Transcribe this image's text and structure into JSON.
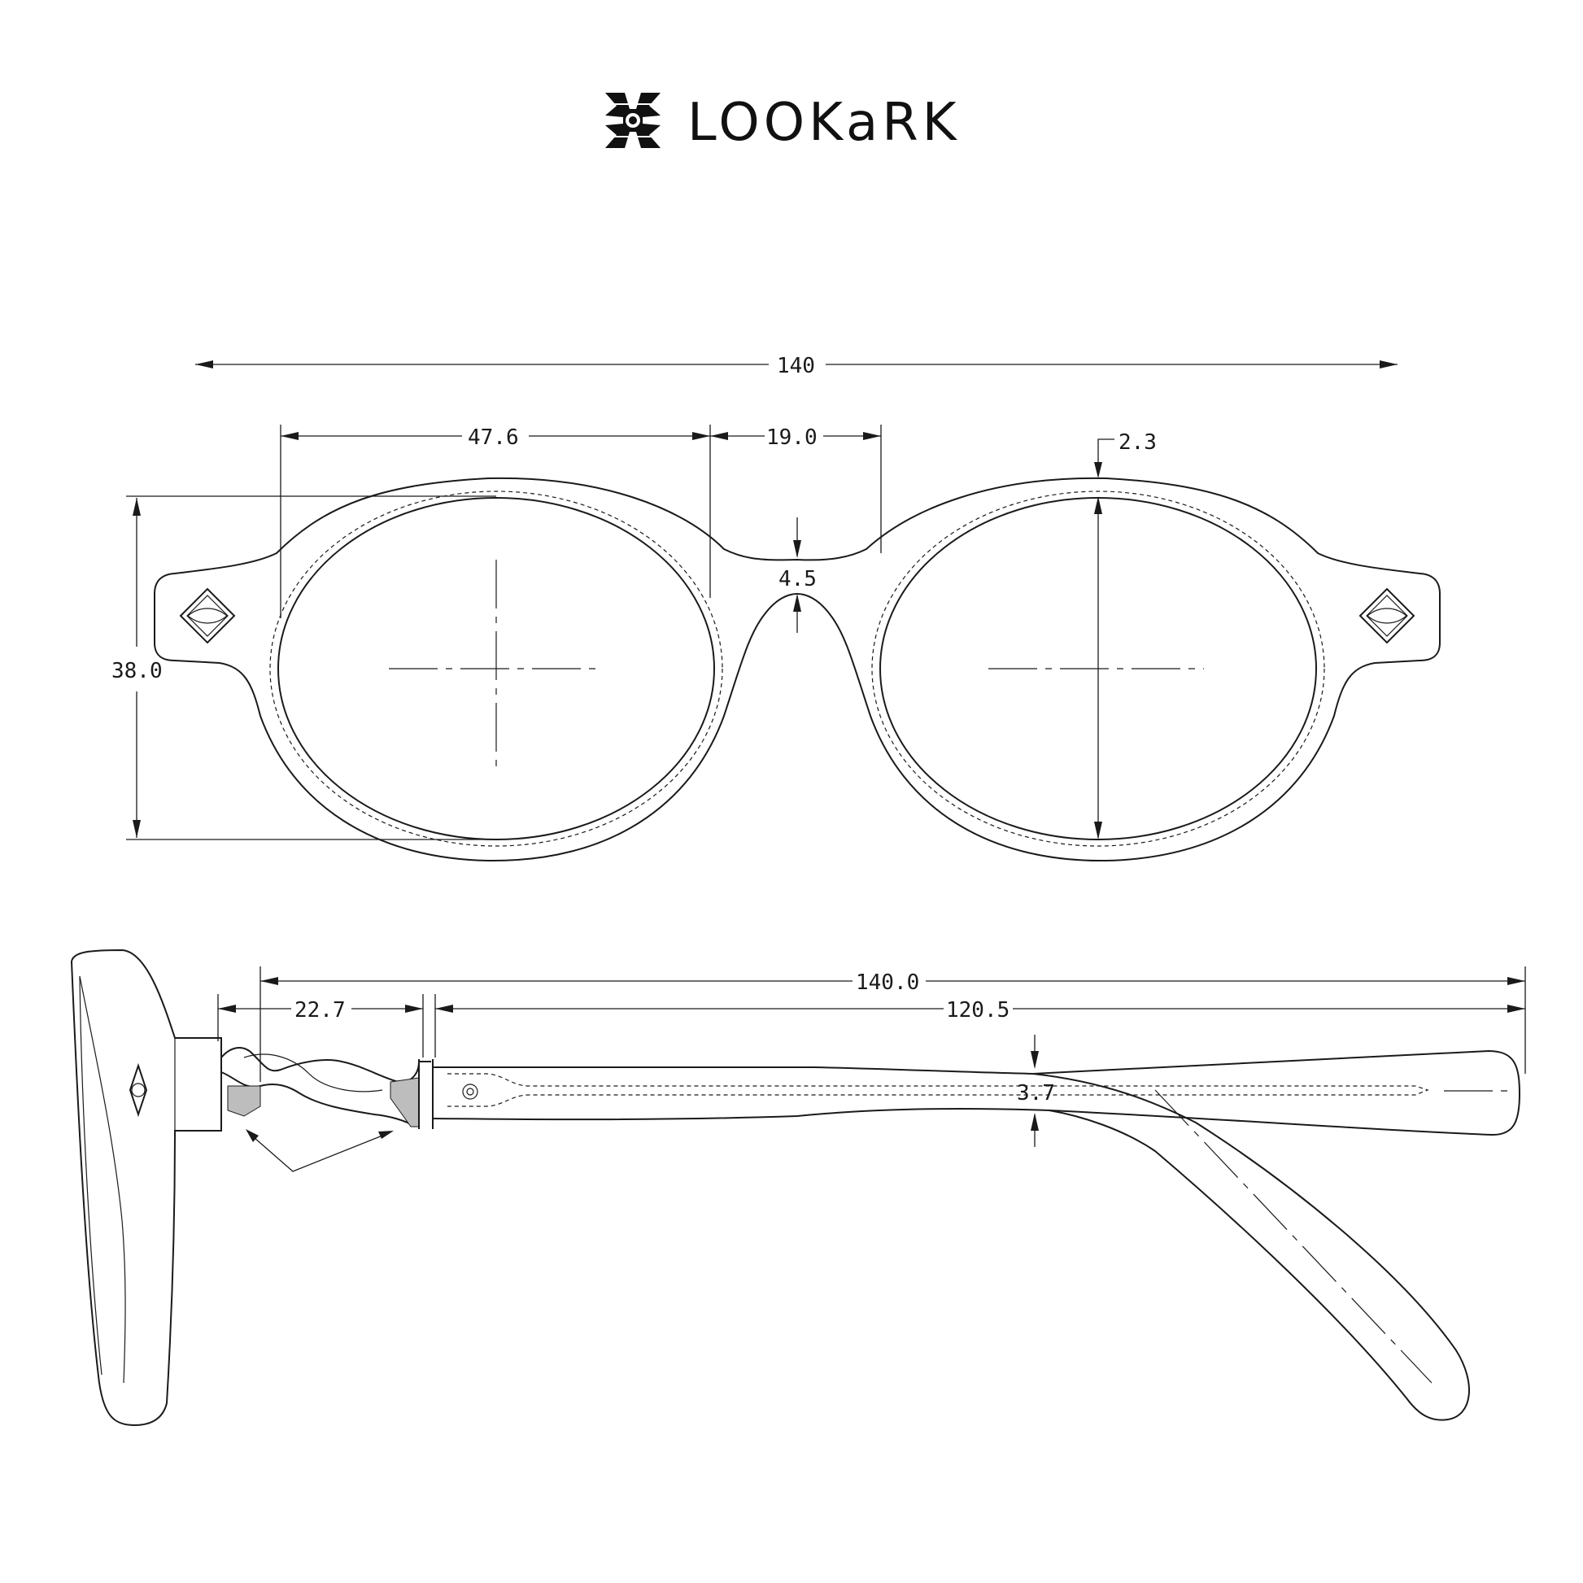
{
  "brand": {
    "name": "LOOKaRK",
    "logo_icon": "lookark-emblem-icon",
    "color": "#111111"
  },
  "front_view": {
    "overall_width": "140",
    "lens_width": "47.6",
    "bridge_width": "19.0",
    "rim_thickness": "2.3",
    "bridge_height": "4.5",
    "lens_height": "38.0"
  },
  "side_view": {
    "overall_length": "140.0",
    "temple_length": "120.5",
    "hinge_length": "22.7",
    "temple_thickness": "3.7"
  },
  "colors": {
    "line": "#1a1a1a",
    "background": "#ffffff"
  }
}
